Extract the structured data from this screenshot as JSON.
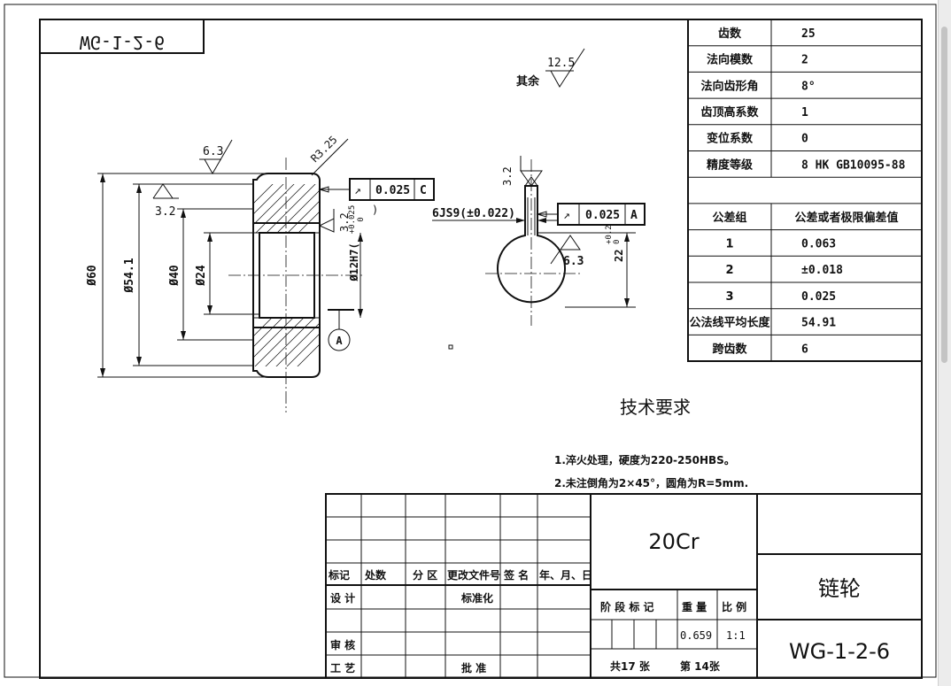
{
  "drawing_number_mirrored": "WG-1-2-6",
  "surface_roughness": {
    "other_label": "其余",
    "other_value": "12.5",
    "r_top": "6.3",
    "r_left": "3.2",
    "r_bore": "3.2",
    "r_key_top": "3.2",
    "r_key_side": "6.3"
  },
  "dims": {
    "fillet": "R3.25",
    "d60": "Ø60",
    "d54": "Ø54.1",
    "d40": "Ø40",
    "d24": "Ø24",
    "bore": "Ø12H7(",
    "bore_tol_upper": "+0.025",
    "bore_tol_lower": "0",
    "keyway_width": "6JS9(±0.022)",
    "key_height": "22",
    "key_tol_upper": "+0.2",
    "key_tol_lower": "0",
    "datum": "A"
  },
  "tolerance_frames": [
    {
      "symbol": "↗",
      "value": "0.025",
      "datum": "C"
    },
    {
      "symbol": "↗",
      "value": "0.025",
      "datum": "A"
    }
  ],
  "params": {
    "rows": [
      [
        "齿数",
        "25"
      ],
      [
        "法向模数",
        "2"
      ],
      [
        "法向齿形角",
        "8°"
      ],
      [
        "齿顶高系数",
        "1"
      ],
      [
        "变位系数",
        "0"
      ],
      [
        "精度等级",
        "8 HK GB10095-88"
      ],
      [
        "",
        ""
      ],
      [
        "公差组",
        "公差或者极限偏差值"
      ],
      [
        "1",
        "0.063"
      ],
      [
        "2",
        "±0.018"
      ],
      [
        "3",
        "0.025"
      ],
      [
        "公法线平均长度",
        "54.91"
      ],
      [
        "跨齿数",
        "6"
      ]
    ]
  },
  "tech": {
    "title": "技术要求",
    "items": [
      "1.淬火处理，硬度为220-250HBS。",
      "2.未注倒角为2×45°，圆角为R=5mm."
    ]
  },
  "title_block": {
    "material": "20Cr",
    "part_name": "链轮",
    "drawing_no": "WG-1-2-6",
    "rev_headers": [
      "标记",
      "处数",
      "分 区",
      "更改文件号",
      "签 名",
      "年、月、日"
    ],
    "design": "设 计",
    "standard": "标准化",
    "review": "审 核",
    "process": "工 艺",
    "approve": "批 准",
    "stage_label": "阶 段 标 记",
    "weight_label": "重 量",
    "scale_label": "比 例",
    "weight": "0.659",
    "scale": "1:1",
    "total_sheets": "共17  张",
    "sheet_no": "第  14张"
  }
}
